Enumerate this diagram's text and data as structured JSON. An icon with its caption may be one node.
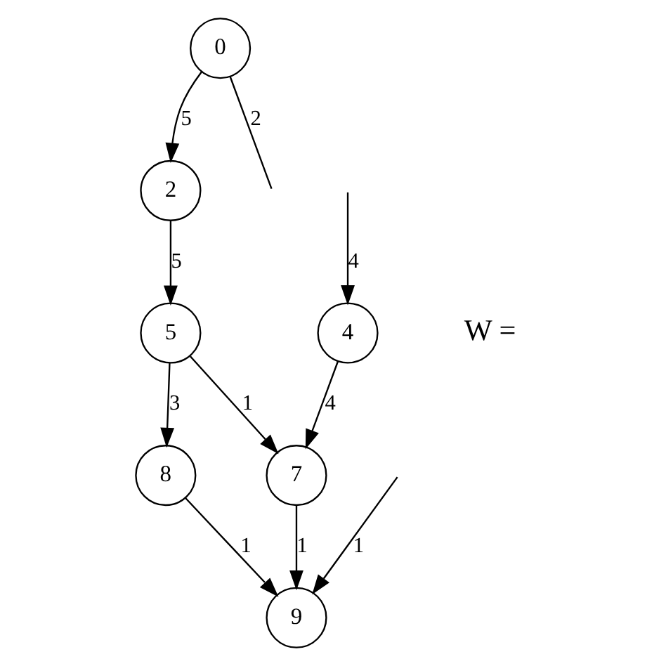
{
  "diagram": {
    "nodes": [
      {
        "text": [
          "0"
        ]
      },
      {
        "text": [
          "2"
        ]
      },
      {
        "text": [
          "4"
        ]
      },
      {
        "text": [
          "5"
        ]
      },
      {
        "text": [
          "7"
        ]
      },
      {
        "text": [
          "8"
        ]
      },
      {
        "text": [
          "9"
        ]
      }
    ],
    "edges": [
      {
        "from": 0,
        "to": null,
        "arrow": "none",
        "label": "2"
      },
      {
        "from": 0,
        "to": 1,
        "arrow": "to",
        "label": "5"
      },
      {
        "from": null,
        "to": 2,
        "arrow": "to",
        "label": "4"
      },
      {
        "from": 1,
        "to": 3,
        "arrow": "to",
        "label": "5"
      },
      {
        "from": 3,
        "to": 4,
        "arrow": "to",
        "label": "1"
      },
      {
        "from": 3,
        "to": 5,
        "arrow": "to",
        "label": "3"
      },
      {
        "from": 2,
        "to": 4,
        "arrow": "to",
        "label": "4"
      },
      {
        "from": null,
        "to": 6,
        "arrow": "to",
        "label": "1"
      },
      {
        "from": 4,
        "to": 6,
        "arrow": "to",
        "label": "1"
      },
      {
        "from": 5,
        "to": 6,
        "arrow": "to",
        "label": "1"
      }
    ],
    "labels": [
      "W ="
    ]
  }
}
